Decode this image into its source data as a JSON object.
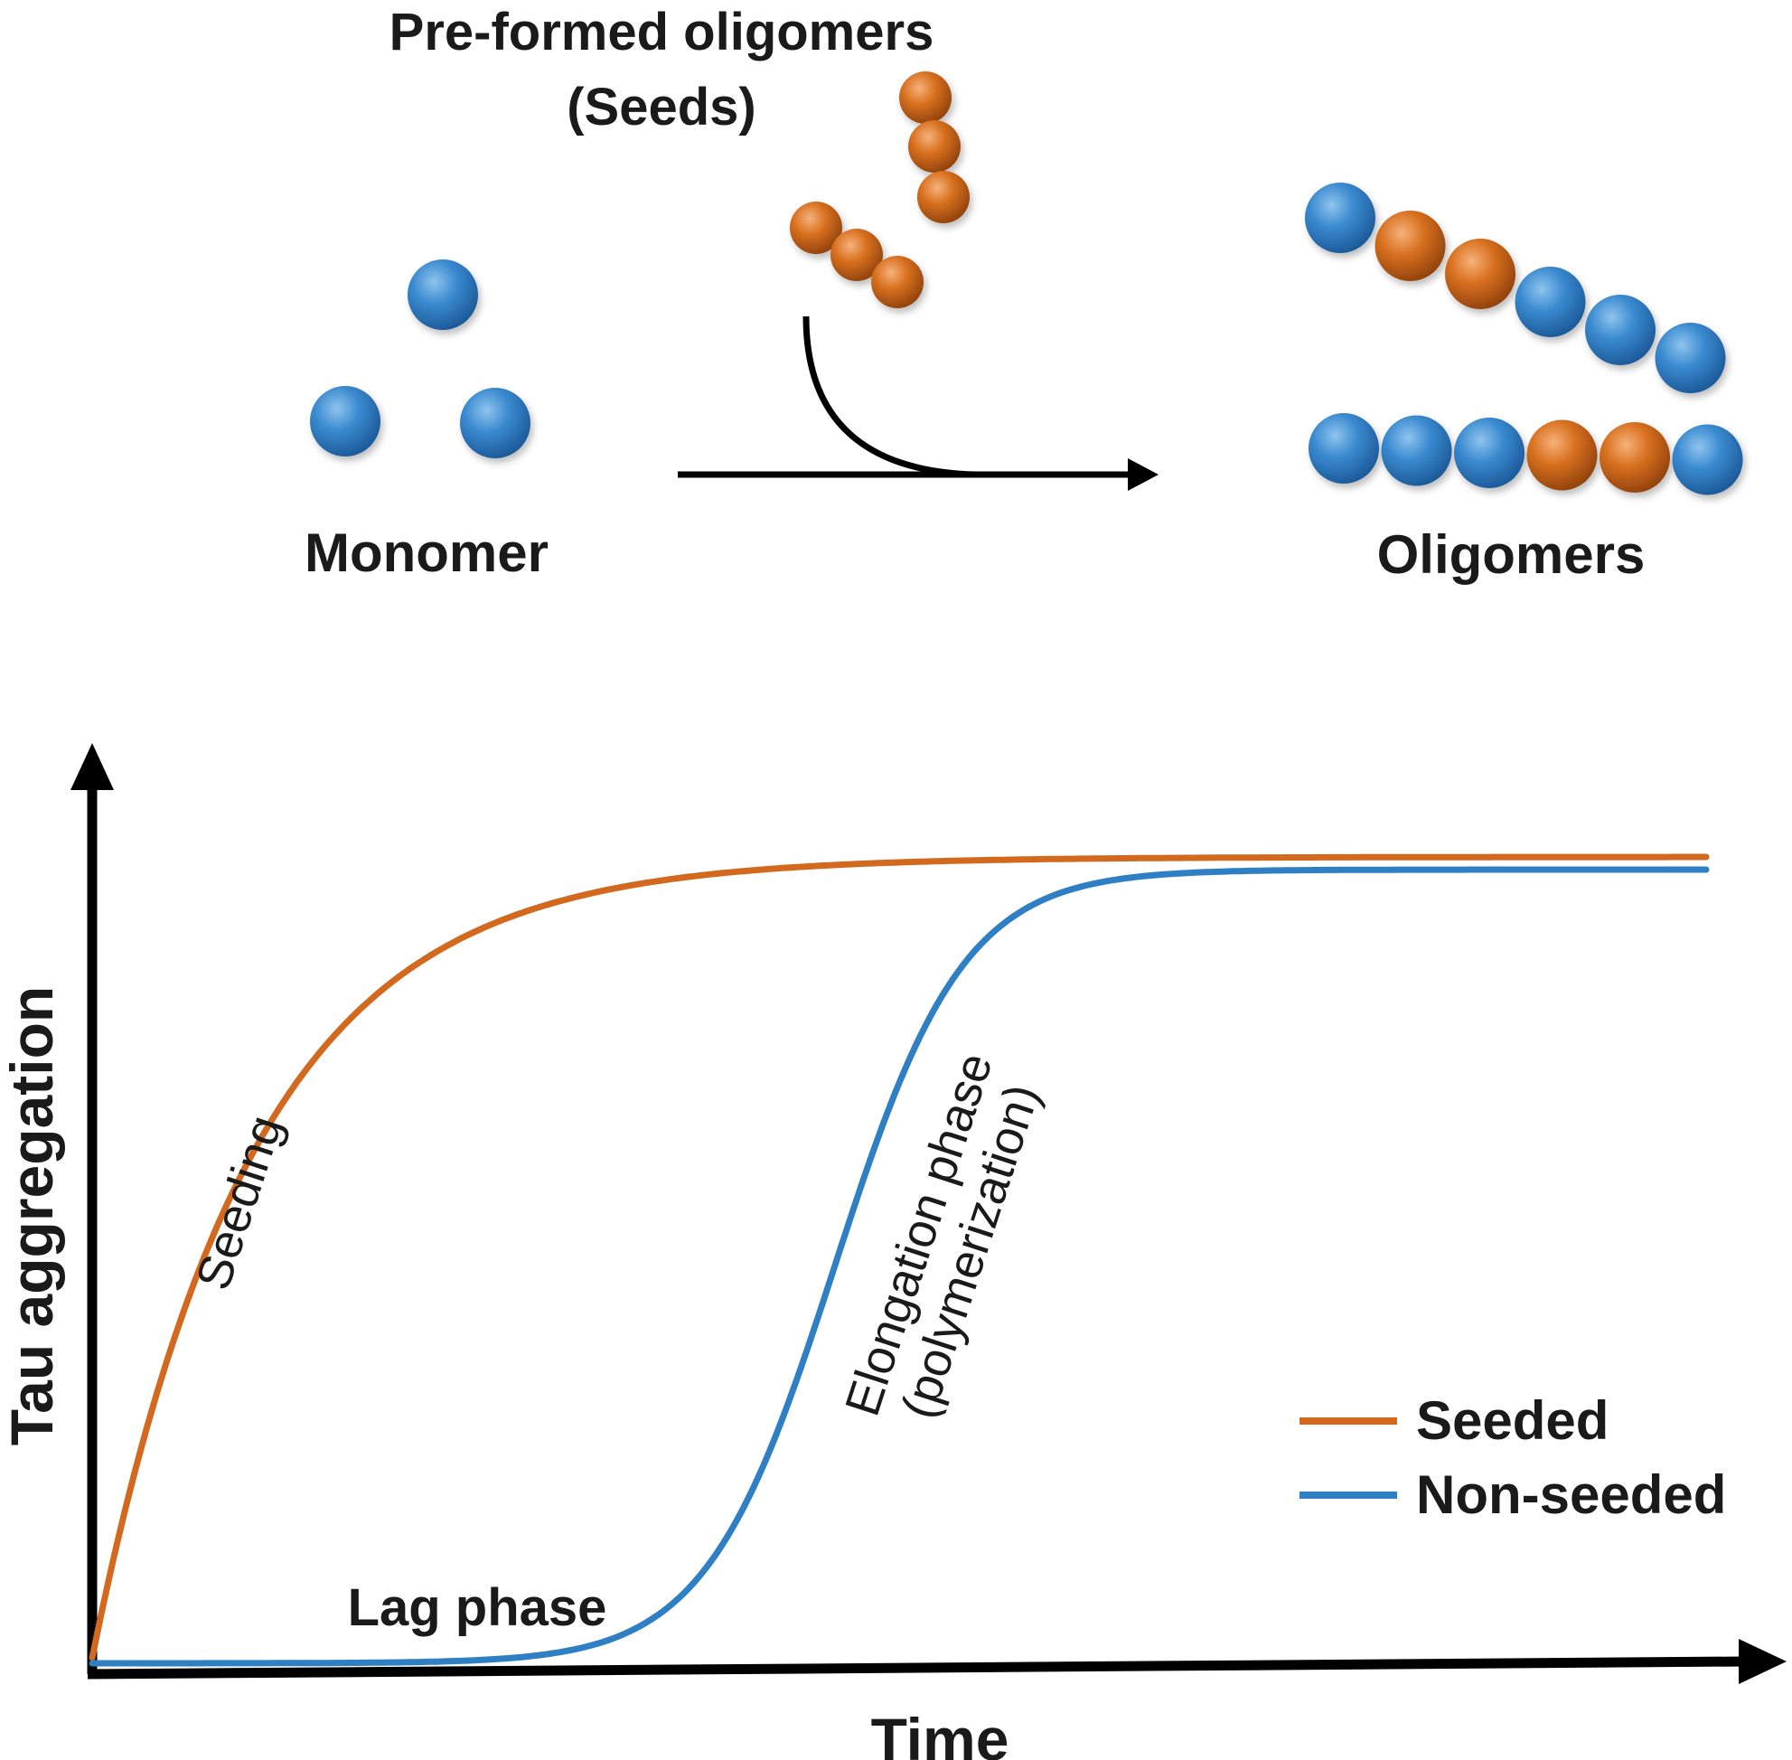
{
  "schematic": {
    "seeds_label_line1": "Pre-formed oligomers",
    "seeds_label_line2": "(Seeds)",
    "monomer_label": "Monomer",
    "oligomers_label": "Oligomers",
    "blue_color": "#2f7fc4",
    "orange_color": "#d2691e",
    "top_chain_beads": [
      "blue",
      "orange",
      "orange",
      "blue",
      "blue",
      "blue"
    ],
    "bottom_chain_beads": [
      "blue",
      "blue",
      "blue",
      "orange",
      "orange",
      "blue"
    ]
  },
  "chart": {
    "ylabel": "Tau aggregation",
    "xlabel": "Time",
    "annotations": {
      "seeding": "Seeding",
      "lag_phase": "Lag phase",
      "elongation_line1": "Elongation phase",
      "elongation_line2": "(polymerization)"
    },
    "legend": [
      {
        "label": "Seeded",
        "color": "#d2691e"
      },
      {
        "label": "Non-seeded",
        "color": "#2f7fc4"
      }
    ]
  }
}
